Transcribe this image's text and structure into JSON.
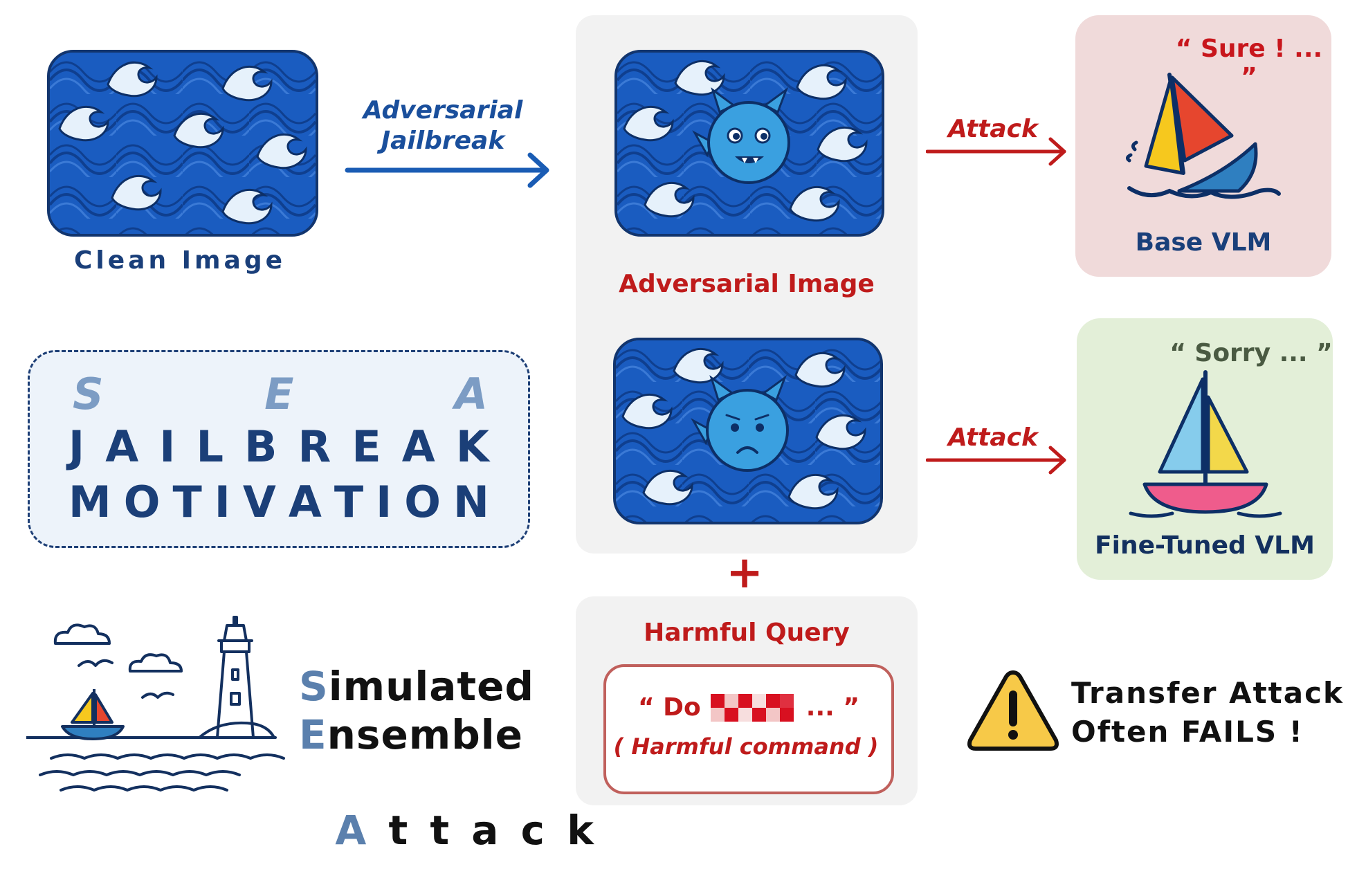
{
  "clean_image": {
    "caption": "Clean Image"
  },
  "jailbreak_arrow": {
    "label_line1": "Adversarial",
    "label_line2": "Jailbreak"
  },
  "adversarial": {
    "caption": "Adversarial Image"
  },
  "attack_top": {
    "label": "Attack"
  },
  "attack_bottom": {
    "label": "Attack"
  },
  "base_model": {
    "quote": "“ Sure ! ... ”",
    "caption": "Base VLM"
  },
  "finetuned_model": {
    "quote": "“ Sorry ... ”",
    "caption": "Fine-Tuned VLM"
  },
  "sea_box": {
    "row1": [
      "S",
      "E",
      "A"
    ],
    "row2": [
      "J",
      "A",
      "I",
      "L",
      "B",
      "R",
      "E",
      "A",
      "K"
    ],
    "row3": [
      "M",
      "O",
      "T",
      "I",
      "V",
      "A",
      "T",
      "I",
      "O",
      "N"
    ]
  },
  "acronym": [
    {
      "initial": "S",
      "rest": "imulated"
    },
    {
      "initial": "E",
      "rest": "nsemble"
    },
    {
      "initial": "A",
      "rest": " t t a c k"
    }
  ],
  "plus_sign": "+",
  "harmful": {
    "title": "Harmful Query",
    "quote_open": "“ Do",
    "quote_close": "... ”",
    "subtitle": "( Harmful command )"
  },
  "warning": {
    "line1": "Transfer Attack",
    "line2": "Often FAILS !"
  },
  "colors": {
    "navy": "#1a3f7a",
    "red": "#bf1b1b",
    "wave_blue": "#1a5cc0",
    "base_bg": "#f0dada",
    "finetuned_bg": "#e3efd8",
    "panel": "#f2f2f2"
  }
}
